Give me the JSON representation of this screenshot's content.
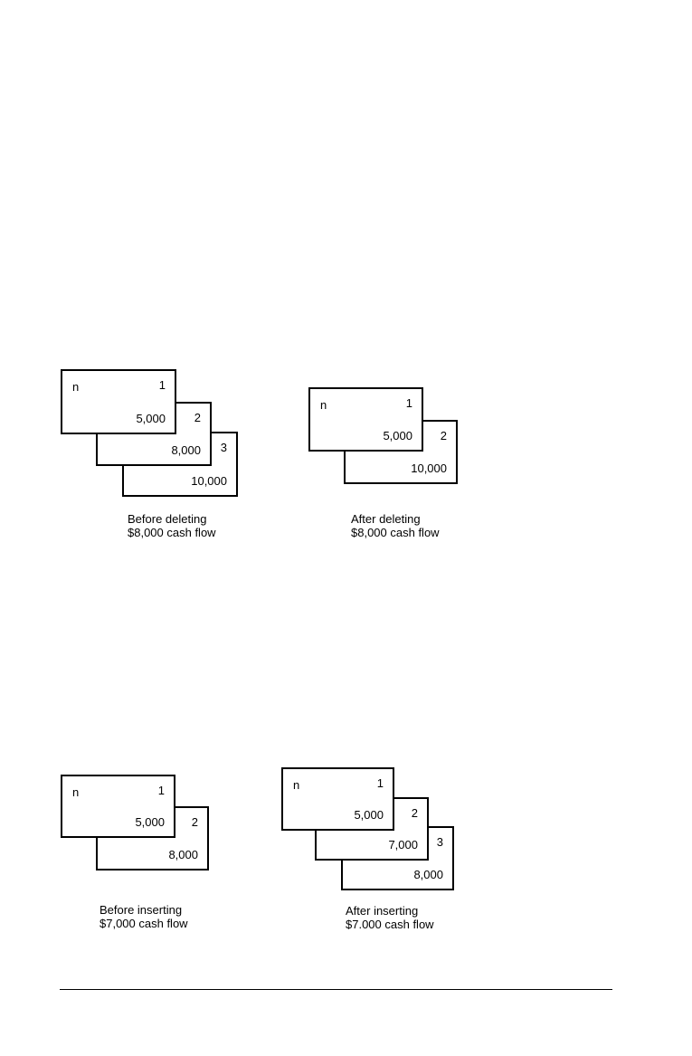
{
  "figures": [
    {
      "caption": [
        "Before deleting",
        "$8,000 cash flow"
      ],
      "cards": [
        {
          "index": "1",
          "amount": "5,000",
          "n": "n"
        },
        {
          "index": "2",
          "amount": "8,000"
        },
        {
          "index": "3",
          "amount": "10,000"
        }
      ]
    },
    {
      "caption": [
        "After deleting",
        "$8,000 cash flow"
      ],
      "cards": [
        {
          "index": "1",
          "amount": "5,000",
          "n": "n"
        },
        {
          "index": "2",
          "amount": "10,000"
        }
      ]
    },
    {
      "caption": [
        "Before inserting",
        "$7,000 cash flow"
      ],
      "cards": [
        {
          "index": "1",
          "amount": "5,000",
          "n": "n"
        },
        {
          "index": "2",
          "amount": "8,000"
        }
      ]
    },
    {
      "caption": [
        "After inserting",
        "$7.000 cash flow"
      ],
      "cards": [
        {
          "index": "1",
          "amount": "5,000",
          "n": "n"
        },
        {
          "index": "2",
          "amount": "7,000"
        },
        {
          "index": "3",
          "amount": "8,000"
        }
      ]
    }
  ]
}
